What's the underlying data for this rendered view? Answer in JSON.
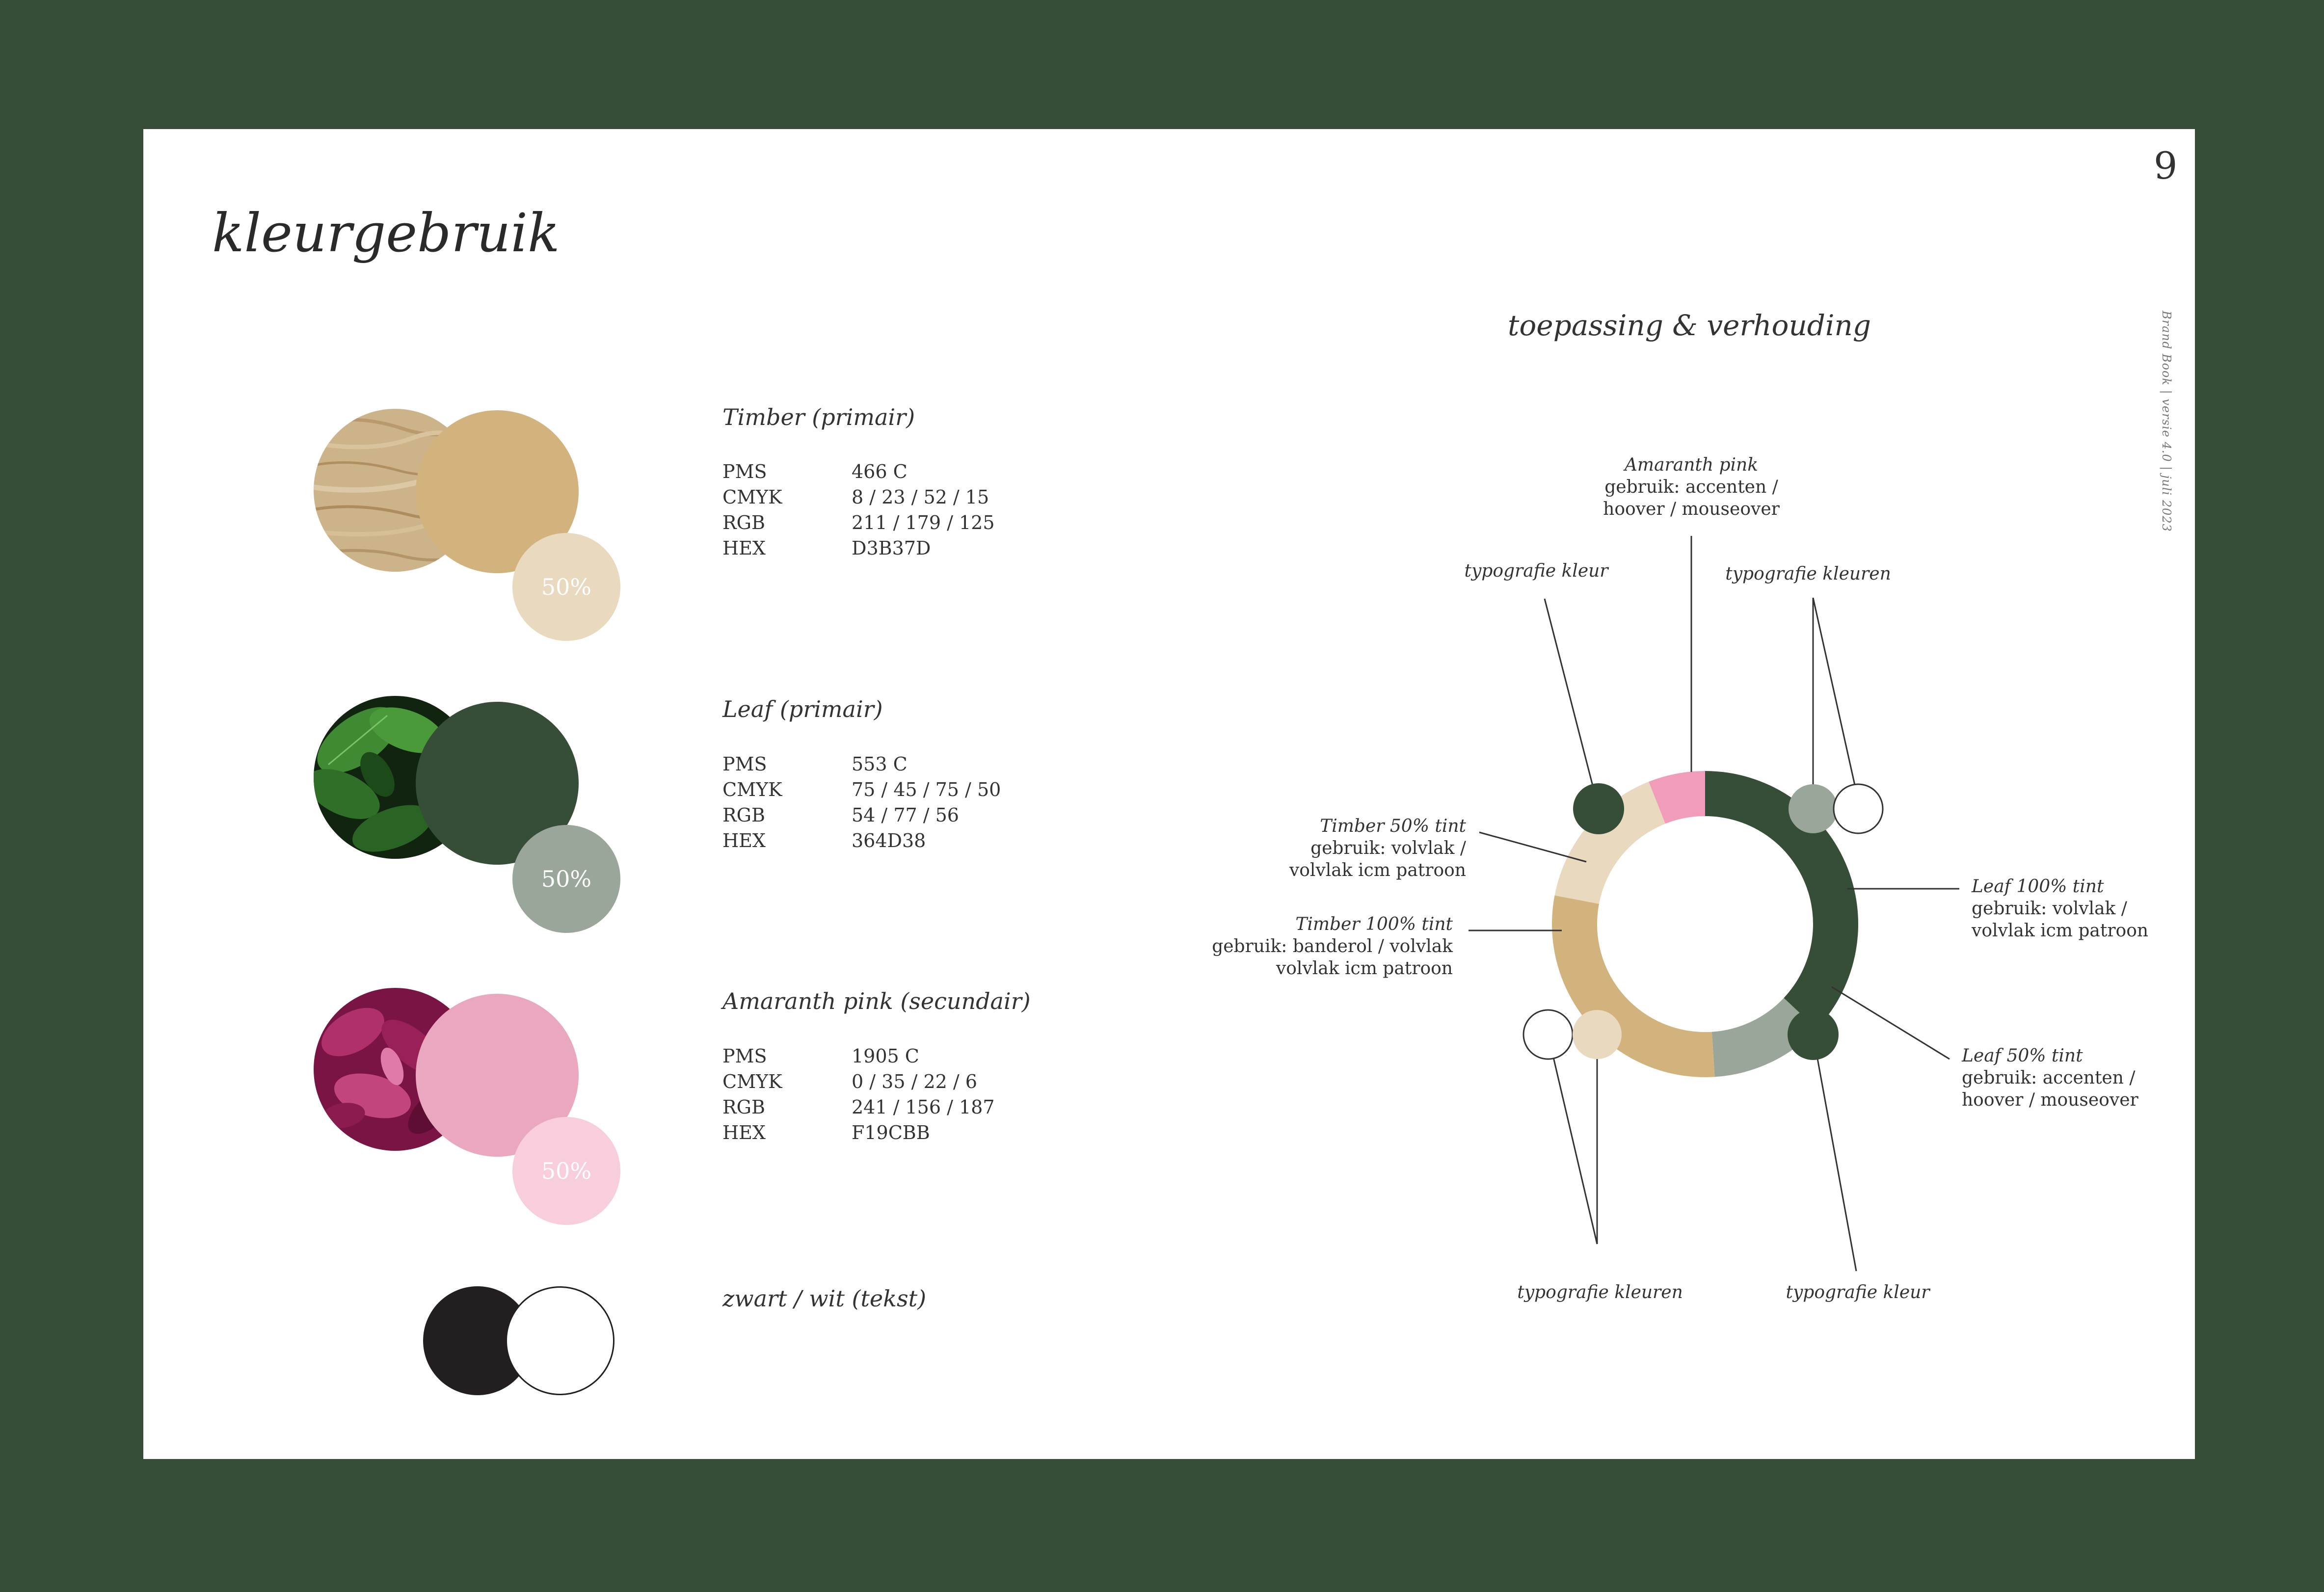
{
  "page": {
    "number": "9",
    "title": "kleurgebruik",
    "side_meta": "Brand Book | versie 4.0 | juli 2023"
  },
  "colors": {
    "timber": "#D3B37D",
    "timber_tint": "#E9D9BE",
    "leaf": "#364D38",
    "leaf_tint": "#9BA69B",
    "pink": "#F19CBB",
    "pink_tint": "#F8CEDD",
    "black": "#231F20",
    "white": "#FFFFFF",
    "background": "#364E37"
  },
  "palettes": [
    {
      "title": "Timber (primair)",
      "tint_label": "50%",
      "texture_icon": "wood-texture",
      "specs": [
        {
          "key": "PMS",
          "value": "466 C"
        },
        {
          "key": "CMYK",
          "value": "8 / 23 / 52 / 15"
        },
        {
          "key": "RGB",
          "value": "211 / 179 / 125"
        },
        {
          "key": "HEX",
          "value": "D3B37D"
        }
      ]
    },
    {
      "title": "Leaf  (primair)",
      "tint_label": "50%",
      "texture_icon": "leaf-texture",
      "specs": [
        {
          "key": "PMS",
          "value": "553 C"
        },
        {
          "key": "CMYK",
          "value": "75 / 45 / 75 / 50"
        },
        {
          "key": "RGB",
          "value": "54 / 77 / 56"
        },
        {
          "key": "HEX",
          "value": "364D38"
        }
      ]
    },
    {
      "title": "Amaranth pink (secundair)",
      "tint_label": "50%",
      "texture_icon": "flower-texture",
      "specs": [
        {
          "key": "PMS",
          "value": "1905 C"
        },
        {
          "key": "CMYK",
          "value": "0 / 35 / 22 / 6"
        },
        {
          "key": "RGB",
          "value": "241 / 156 / 187"
        },
        {
          "key": "HEX",
          "value": "F19CBB"
        }
      ]
    },
    {
      "title": "zwart / wit (tekst)"
    }
  ],
  "diagram": {
    "subtitle": "toepassing & verhouding",
    "proportions": [
      {
        "name": "Leaf 100% tint",
        "share": 0.37
      },
      {
        "name": "Leaf 50% tint",
        "share": 0.12
      },
      {
        "name": "Timber 100% tint",
        "share": 0.29
      },
      {
        "name": "Timber 50% tint",
        "share": 0.16
      },
      {
        "name": "Amaranth pink",
        "share": 0.06
      }
    ],
    "labels": {
      "pink_title": "Amaranth pink",
      "pink_line1": "gebruik: accenten /",
      "pink_line2": "hoover / mouseover",
      "typo_top_left": "typografie kleur",
      "typo_top_right": "typografie kleuren",
      "timber50_title": "Timber 50% tint",
      "timber50_line1": "gebruik: volvlak /",
      "timber50_line2": "volvlak icm patroon",
      "timber100_title": "Timber 100% tint",
      "timber100_line1": "gebruik: banderol / volvlak",
      "timber100_line2": "volvlak icm patroon",
      "leaf100_title": "Leaf 100% tint",
      "leaf100_line1": "gebruik: volvlak /",
      "leaf100_line2": "volvlak icm patroon",
      "leaf50_title": "Leaf 50% tint",
      "leaf50_line1": "gebruik: accenten /",
      "leaf50_line2": "hoover / mouseover",
      "typo_bottom_left": "typografie kleuren",
      "typo_bottom_right": "typografie kleur"
    }
  }
}
